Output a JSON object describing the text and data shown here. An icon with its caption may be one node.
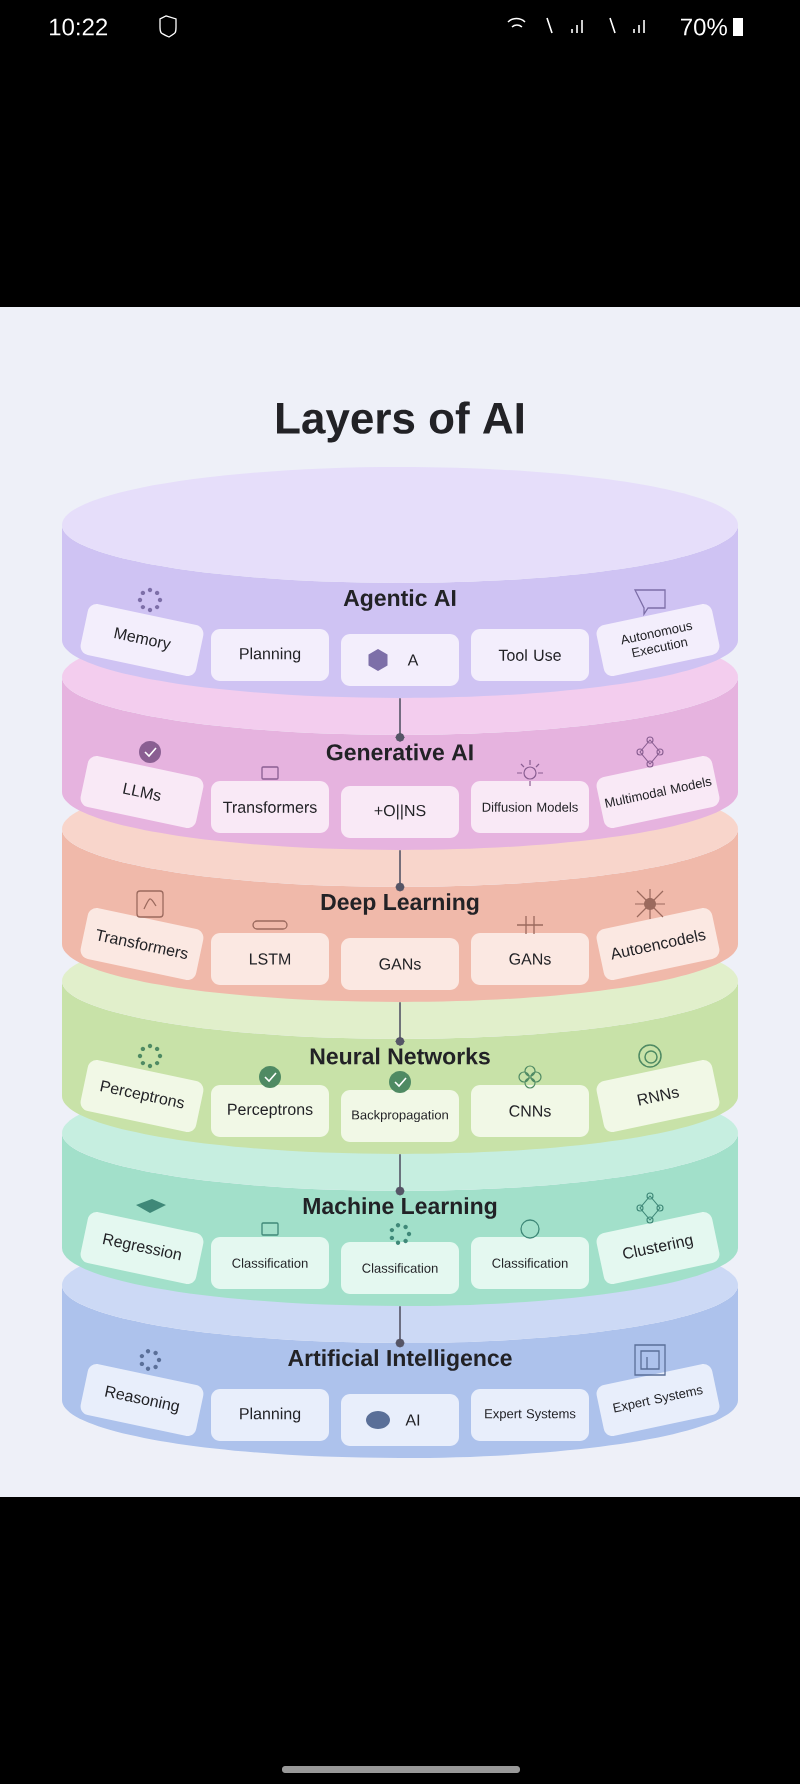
{
  "diagram": {
    "title": "Layers of AI",
    "nodes": [
      {
        "text": [
          "Agentic AI"
        ]
      },
      {
        "text": [
          "Memory"
        ],
        "in": 0
      },
      {
        "text": [
          "Planning"
        ],
        "in": 0
      },
      {
        "text": [
          "A"
        ],
        "in": 0
      },
      {
        "text": [
          "Tool Use"
        ],
        "in": 0
      },
      {
        "text": [
          "Autonomous Execution"
        ],
        "in": 0
      },
      {
        "text": [
          "Generative AI"
        ]
      },
      {
        "text": [
          "LLMs"
        ],
        "in": 6
      },
      {
        "text": [
          "Transformers"
        ],
        "in": 6
      },
      {
        "text": [
          "+O||NS"
        ],
        "in": 6
      },
      {
        "text": [
          "Diffusion Models"
        ],
        "in": 6
      },
      {
        "text": [
          "Multimodal Models"
        ],
        "in": 6
      },
      {
        "text": [
          "Deep Learning"
        ]
      },
      {
        "text": [
          "Transformers"
        ],
        "in": 12
      },
      {
        "text": [
          "LSTM"
        ],
        "in": 12
      },
      {
        "text": [
          "GANs"
        ],
        "in": 12
      },
      {
        "text": [
          "GANs"
        ],
        "in": 12
      },
      {
        "text": [
          "Autoencodels"
        ],
        "in": 12
      },
      {
        "text": [
          "Neural Networks"
        ]
      },
      {
        "text": [
          "Perceptrons"
        ],
        "in": 18
      },
      {
        "text": [
          "Perceptrons"
        ],
        "in": 18
      },
      {
        "text": [
          "Backpropagation"
        ],
        "in": 18
      },
      {
        "text": [
          "CNNs"
        ],
        "in": 18
      },
      {
        "text": [
          "RNNs"
        ],
        "in": 18
      },
      {
        "text": [
          "Machine Learning"
        ]
      },
      {
        "text": [
          "Regression"
        ],
        "in": 24
      },
      {
        "text": [
          "Classification"
        ],
        "in": 24
      },
      {
        "text": [
          "Classification"
        ],
        "in": 24
      },
      {
        "text": [
          "Classification"
        ],
        "in": 24
      },
      {
        "text": [
          "Clustering"
        ],
        "in": 24
      },
      {
        "text": [
          "Artificial Intelligence"
        ]
      },
      {
        "text": [
          "Reasoning"
        ],
        "in": 30
      },
      {
        "text": [
          "Planning"
        ],
        "in": 30
      },
      {
        "text": [
          "AI"
        ],
        "in": 30
      },
      {
        "text": [
          "Expert Systems"
        ],
        "in": 30
      },
      {
        "text": [
          "Expert Systems"
        ],
        "in": 30
      }
    ],
    "edges": [
      {
        "from": 0,
        "to": 6,
        "arrow": "other"
      },
      {
        "from": 6,
        "to": 12,
        "arrow": "other"
      },
      {
        "from": 12,
        "to": 18,
        "arrow": "other"
      },
      {
        "from": 18,
        "to": 24,
        "arrow": "other"
      },
      {
        "from": 24,
        "to": 30,
        "arrow": "other"
      }
    ],
    "labels": [
      "10:22",
      "70%"
    ]
  }
}
